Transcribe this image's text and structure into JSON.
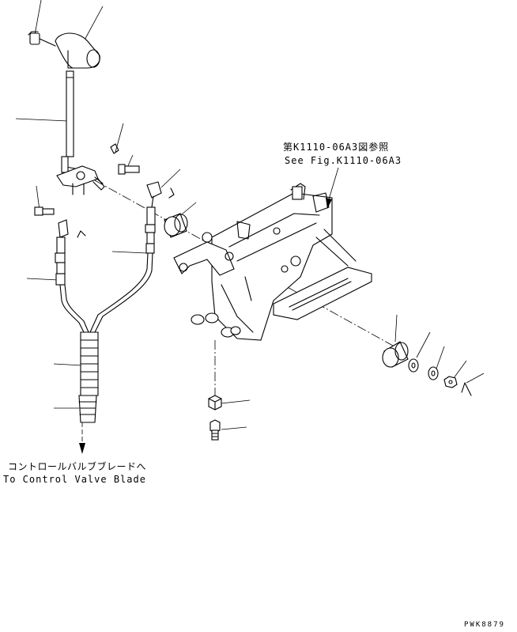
{
  "reference_note": {
    "japanese": "第K1110-06A3図参照",
    "english": "See Fig.K1110-06A3"
  },
  "destination_note": {
    "japanese": "コントロールバルブブレードへ",
    "english": "To Control Valve Blade"
  },
  "drawing_code": "PWK8879"
}
